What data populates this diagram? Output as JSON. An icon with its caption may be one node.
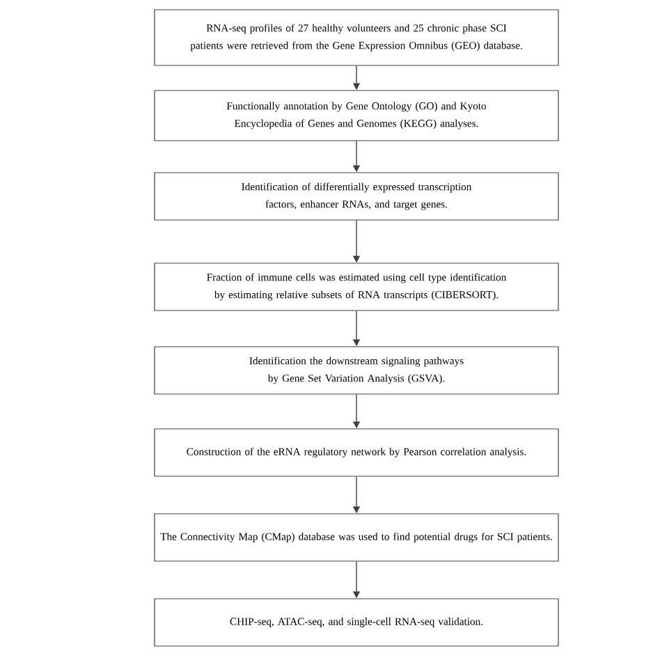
{
  "diagram": {
    "nodes": [
      {
        "text": [
          "RNA-seq profiles of 27 healthy volunteers and 25 chronic phase SCI patients were retrieved from the Gene Expression Omnibus (GEO) database."
        ]
      },
      {
        "text": [
          "Functionally annotation by Gene Ontology (GO) and Kyoto Encyclopedia of Genes and Genomes (KEGG) analyses."
        ]
      },
      {
        "text": [
          "Identification of differentially expressed transcription factors, enhancer RNAs, and target genes."
        ]
      },
      {
        "text": [
          "Fraction of immune cells was estimated using cell type identification by estimating relative subsets of RNA transcripts (CIBERSORT)."
        ]
      },
      {
        "text": [
          "Identification the downstream signaling pathways by Gene Set Variation Analysis (GSVA)."
        ]
      },
      {
        "text": [
          "Construction of the eRNA regulatory network by Pearson correlation analysis."
        ]
      },
      {
        "text": [
          "The Connectivity Map (CMap) database was used to find potential drugs for SCI patients."
        ]
      },
      {
        "text": [
          "CHIP-seq, ATAC-seq, and single-cell RNA-seq validation."
        ]
      }
    ],
    "edges": [
      {
        "from": 0,
        "to": 1,
        "arrow": "to"
      },
      {
        "from": 1,
        "to": 2,
        "arrow": "to"
      },
      {
        "from": 2,
        "to": 3,
        "arrow": "to"
      },
      {
        "from": 3,
        "to": 4,
        "arrow": "to"
      },
      {
        "from": 4,
        "to": 5,
        "arrow": "to"
      },
      {
        "from": 5,
        "to": 6,
        "arrow": "to"
      },
      {
        "from": 6,
        "to": 7,
        "arrow": "to"
      }
    ]
  }
}
